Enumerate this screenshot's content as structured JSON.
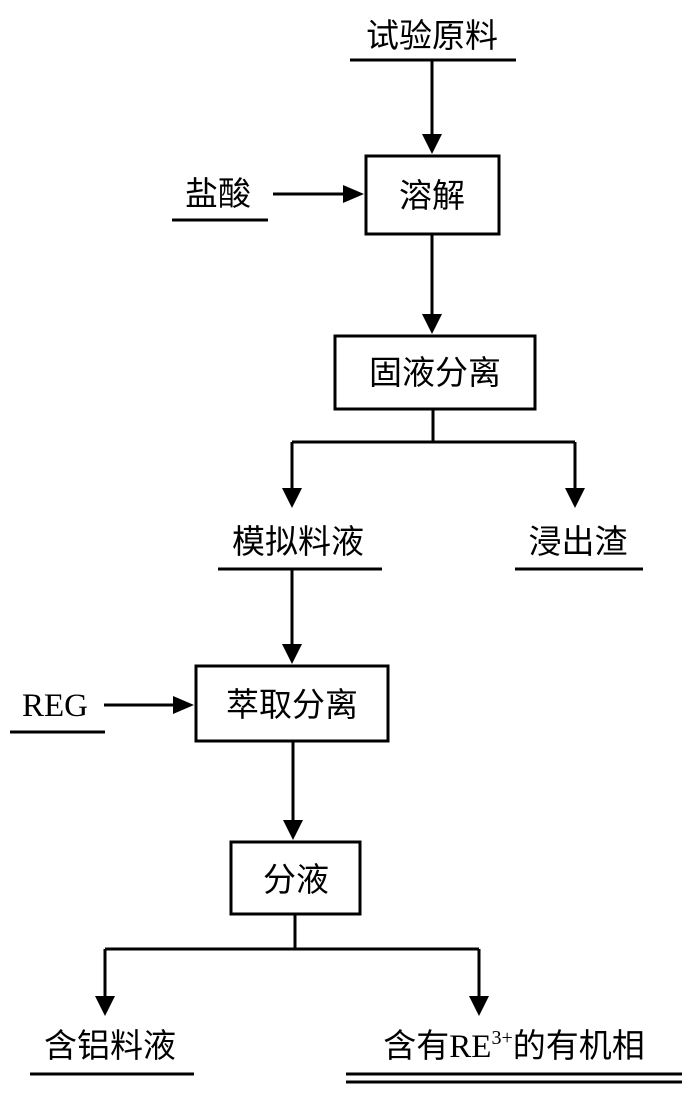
{
  "nodes": {
    "raw_material": "试验原料",
    "hydrochloric_acid": "盐酸",
    "dissolve": "溶解",
    "solid_liquid_separation": "固液分离",
    "simulated_feed": "模拟料液",
    "leach_residue": "浸出渣",
    "reg": "REG",
    "extraction_separation": "萃取分离",
    "liquid_separation": "分液",
    "al_feed": "含铝料液",
    "organic_prefix": "含有",
    "organic_re": "RE",
    "organic_sup": "3+",
    "organic_suffix": "的有机相"
  }
}
